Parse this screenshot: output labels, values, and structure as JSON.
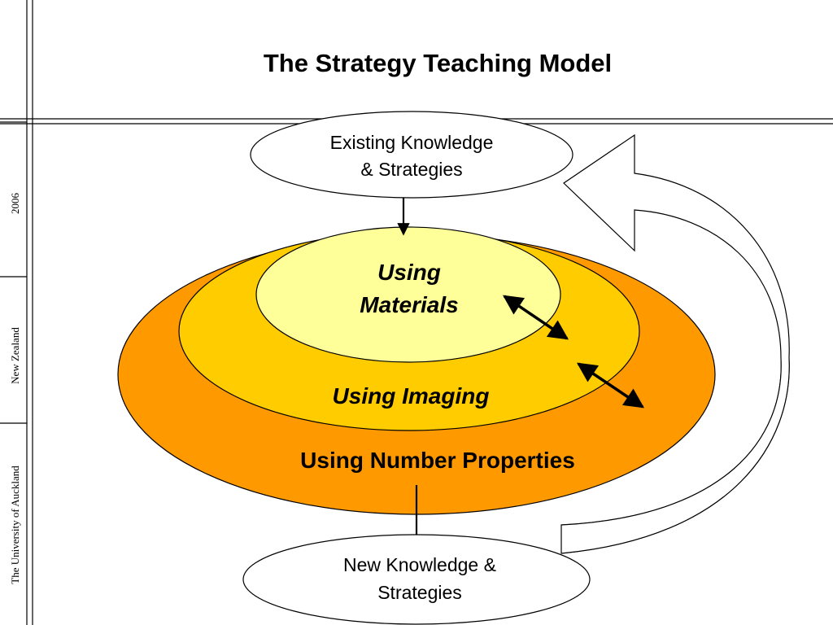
{
  "title": "The Strategy Teaching Model",
  "sidebar": {
    "year": "2006",
    "country": "New Zealand",
    "institution": "The University of Auckland"
  },
  "diagram": {
    "input": {
      "line1": "Existing Knowledge",
      "line2": "& Strategies"
    },
    "inner_layer": {
      "line1": "Using",
      "line2": "Materials"
    },
    "middle_layer": "Using Imaging",
    "outer_layer": "Using Number Properties",
    "output": {
      "line1": "New Knowledge &",
      "line2": "Strategies"
    }
  },
  "colors": {
    "outer_fill": "#ff9900",
    "middle_fill": "#ffcc00",
    "inner_fill": "#ffff99",
    "loop_arrow_shadow": "#c0c0c0",
    "rule_line": "#000000"
  }
}
